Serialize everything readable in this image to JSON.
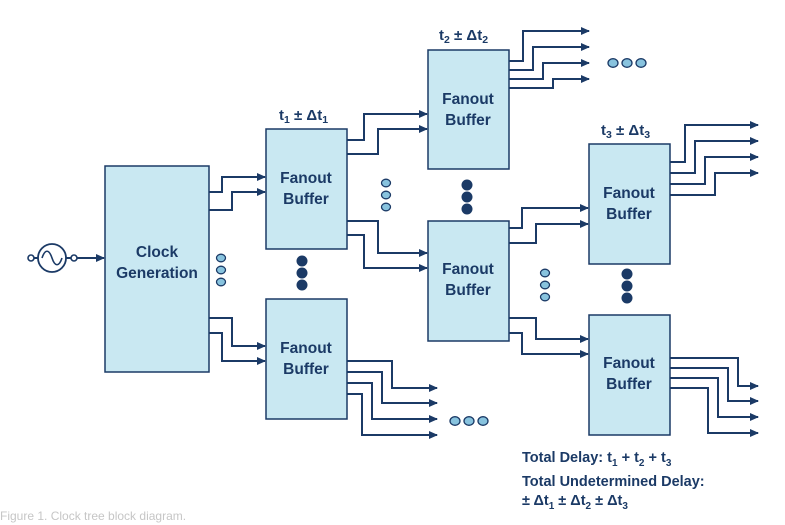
{
  "diagram": {
    "generator": {
      "line1": "Clock",
      "line2": "Generation"
    },
    "buffer": {
      "line1": "Fanout",
      "line2": "Buffer"
    },
    "delays": {
      "stage1": {
        "t": "t",
        "sub": "1",
        "pm": " ± Δt",
        "sub2": "1"
      },
      "stage2": {
        "t": "t",
        "sub": "2",
        "pm": " ± Δt",
        "sub2": "2"
      },
      "stage3": {
        "t": "t",
        "sub": "3",
        "pm": " ± Δt",
        "sub2": "3"
      }
    }
  },
  "summary": {
    "total_delay_label": "Total Delay:",
    "total_delay_expr": {
      "t": "t",
      "s1": "1",
      "s2": "2",
      "s3": "3",
      "plus": " + "
    },
    "undetermined_label": "Total Undetermined Delay:",
    "undetermined_expr": {
      "pm": "± Δt",
      "s1": "1",
      "s2": "2",
      "s3": "3"
    }
  },
  "caption": "Figure 1. Clock tree block diagram."
}
